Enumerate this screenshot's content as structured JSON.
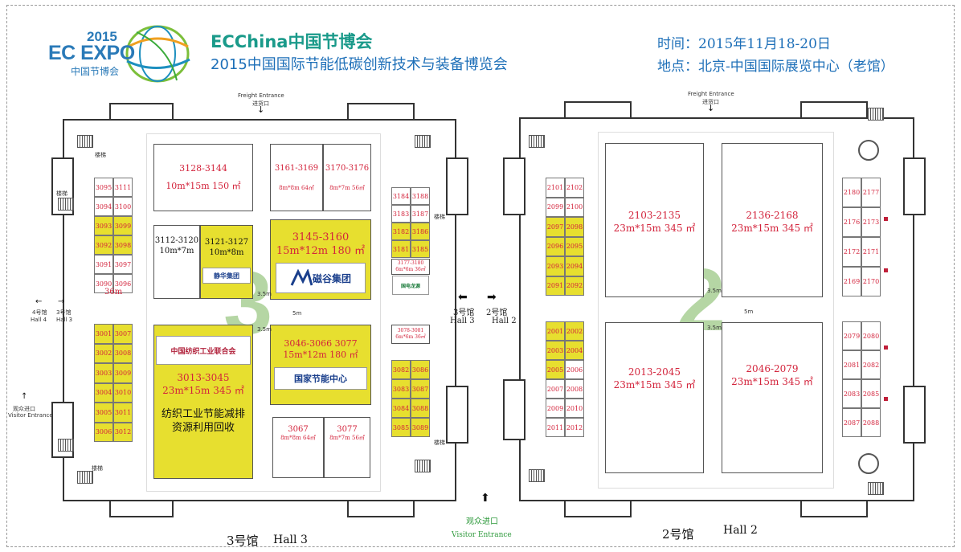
{
  "header": {
    "logo_year": "2015",
    "logo_text": "EC EXPO",
    "logo_cn": "中国节博会",
    "brand_title": "ECChina中国节博会",
    "sub_title": "2015中国国际节能低碳创新技术与装备博览会",
    "time_text": "时间：2015年11月18-20日",
    "place_text": "地点：北京-中国国际展览中心（老馆）"
  },
  "common": {
    "freight_en": "Freight Entrance",
    "freight_cn": "进货口",
    "stairs": "楼梯",
    "aisle_5m": "5m",
    "aisle_35m": "3.5m",
    "visitor_cn": "观众进口",
    "visitor_en": "Visitor Entrance"
  },
  "hall3": {
    "label_cn": "3号馆",
    "label_en": "Hall 3",
    "big_digit": "3",
    "left_nav": {
      "hall4_cn": "4号馆",
      "hall4_en": "Hall 4",
      "hall3_cn": "3号馆",
      "hall3_en": "Hall 3"
    },
    "booths": {
      "b3128": {
        "num": "3128-3144",
        "size": "10m*15m 150 ㎡"
      },
      "b3161": {
        "num": "3161-3169",
        "size": "8m*8m 64㎡"
      },
      "b3170": {
        "num": "3170-3176",
        "size": "8m*7m 56㎡"
      },
      "b3112": {
        "num": "3112-3120",
        "size": "10m*7m"
      },
      "b3121": {
        "num": "3121-3127",
        "size": "10m*8m",
        "sponsor": "静华集团"
      },
      "b3145": {
        "num": "3145-3160",
        "size": "15m*12m 180 ㎡",
        "sponsor": "磁谷集团"
      },
      "b3013": {
        "num": "3013-3045",
        "size": "23m*15m 345 ㎡",
        "sponsor": "中国纺织工业联合会",
        "note": "纺织工业节能减排资源利用回收"
      },
      "b3046": {
        "num": "3046-3066 3077",
        "size": "15m*12m 180 ㎡",
        "sponsor": "国家节能中心"
      },
      "b3067": {
        "num": "3067",
        "size": "8m*8m 64㎡"
      },
      "b3077": {
        "num": "3077",
        "size": "8m*7m 56㎡"
      },
      "b3177": {
        "num": "3177-3180",
        "size": "6m*6m 36㎡",
        "sponsor": "国电龙源"
      },
      "b3078": {
        "num": "3078-3081",
        "size": "6m*6m 36㎡"
      }
    },
    "left_col_top": [
      "3095",
      "3111",
      "3094",
      "3100",
      "3093",
      "3099",
      "3092",
      "3098",
      "3091",
      "3097",
      "3090",
      "3096"
    ],
    "left_36m": "36m",
    "left_col_bottom": [
      "3001",
      "3007",
      "3002",
      "3008",
      "3003",
      "3009",
      "3004",
      "3010",
      "3005",
      "3011",
      "3006",
      "3012"
    ],
    "right_col_top": [
      "3184",
      "3188",
      "3183",
      "3187",
      "3182",
      "3186",
      "3181",
      "3185"
    ],
    "right_col_bottom": [
      "3082",
      "3086",
      "3083",
      "3087",
      "3084",
      "3088",
      "3085",
      "3089"
    ]
  },
  "mid_nav": {
    "hall3_cn": "3号馆",
    "hall3_en": "Hall 3",
    "hall2_cn": "2号馆",
    "hall2_en": "Hall 2"
  },
  "hall2": {
    "label_cn": "2号馆",
    "label_en": "Hall 2",
    "big_digit": "2",
    "booths": {
      "b2103": {
        "num": "2103-2135",
        "size": "23m*15m 345 ㎡"
      },
      "b2136": {
        "num": "2136-2168",
        "size": "23m*15m 345 ㎡"
      },
      "b2013": {
        "num": "2013-2045",
        "size": "23m*15m 345 ㎡"
      },
      "b2046": {
        "num": "2046-2079",
        "size": "23m*15m 345 ㎡"
      }
    },
    "left_col_top": [
      "2101",
      "2102",
      "2099",
      "2100",
      "2097",
      "2098",
      "2096",
      "2095",
      "2093",
      "2094",
      "2091",
      "2092"
    ],
    "left_col_bottom": [
      "2001",
      "2002",
      "2003",
      "2004",
      "2005",
      "2006",
      "2007",
      "2008",
      "2009",
      "2010",
      "2011",
      "2012"
    ],
    "right_col_top": [
      "2180",
      "2177",
      "2176",
      "2173",
      "2172",
      "2171",
      "2169",
      "2170"
    ],
    "right_col_bottom": [
      "2079",
      "2080",
      "2081",
      "2082",
      "2083",
      "2085",
      "2087",
      "2088"
    ]
  },
  "colors": {
    "booth_yellow": "#e7df2f",
    "booth_text": "#d3243c",
    "title_blue": "#1d6fb8",
    "brand_teal": "#1a9a8a"
  }
}
